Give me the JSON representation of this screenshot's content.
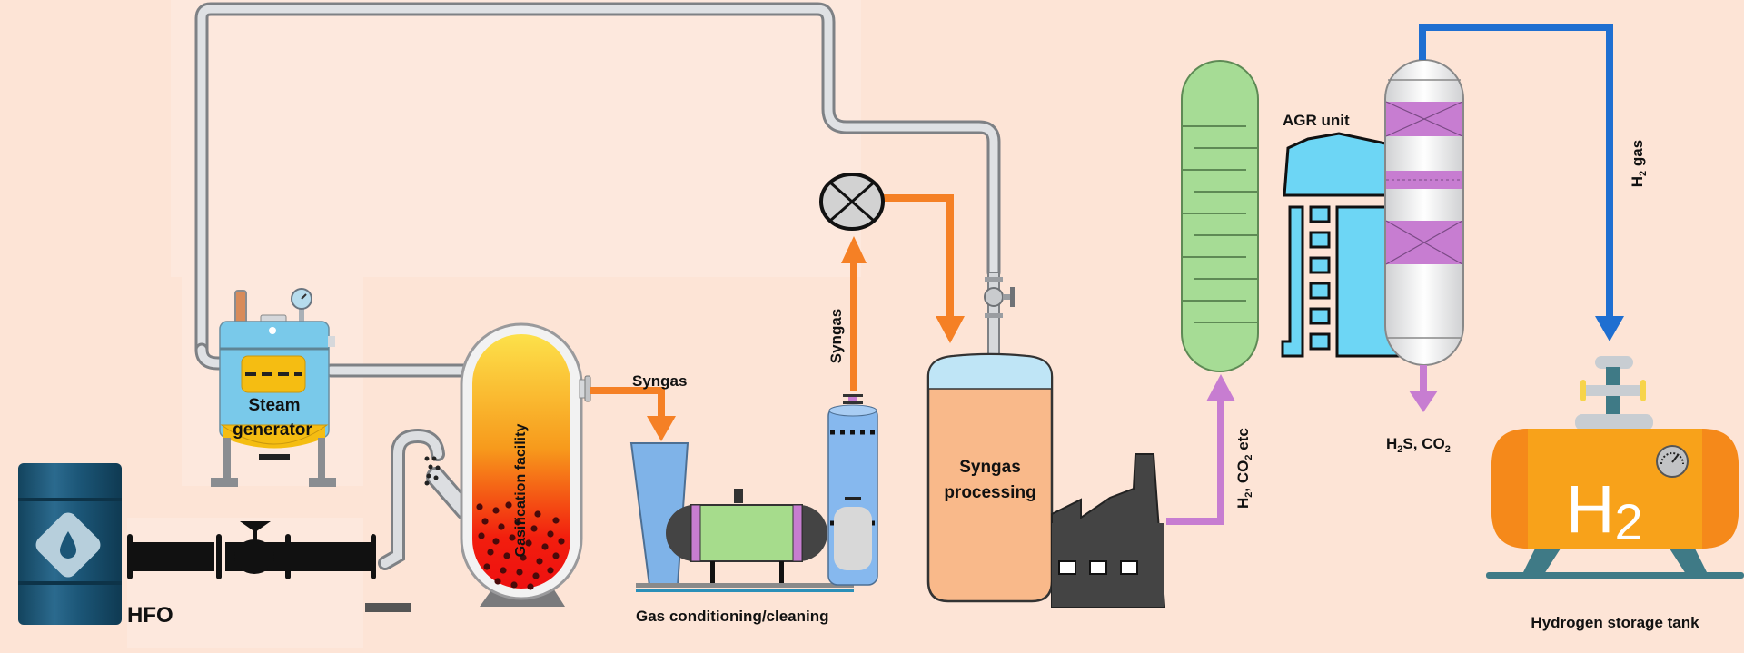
{
  "title": "Heavy fuel oil (HFO) gasification to hydrogen process flow",
  "colors": {
    "background": "#fde4d6",
    "syngas_flow": "#f58025",
    "h2_co2_flow": "#c77dd1",
    "h2_gas_flow": "#1f6fd1",
    "steam_pipe": "#c9ccd0",
    "agr_unit": "#6dd6f5",
    "separator": "#a6dc95",
    "processing_tank": "#f9b98a",
    "storage_tank": "#f8a21a"
  },
  "units": {
    "hfo": {
      "label": "HFO",
      "icon": "oil-barrel-icon"
    },
    "steam_generator": {
      "line1": "Steam",
      "line2": "generator",
      "icon": "boiler-icon"
    },
    "gasifier": {
      "label": "Gasification facility",
      "icon": "gasifier-vessel-icon"
    },
    "gas_conditioning": {
      "label": "Gas conditioning/cleaning"
    },
    "syngas_processing": {
      "line1": "Syngas",
      "line2": "processing"
    },
    "agr_unit": {
      "label": "AGR unit"
    },
    "hydrogen_tank": {
      "label": "Hydrogen storage tank",
      "symbol": "H",
      "subscript": "2"
    }
  },
  "flows": {
    "syngas_1": "Syngas",
    "syngas_2": "Syngas",
    "h2_co2": {
      "main": "H",
      "sub1": "2",
      "mid": ", CO",
      "sub2": "2",
      "tail": " etc"
    },
    "h2s_co2": {
      "main": "H",
      "sub1": "2",
      "mid": "S, CO",
      "sub2": "2"
    },
    "h2_gas": {
      "main": "H",
      "sub1": "2",
      "tail": " gas"
    }
  }
}
